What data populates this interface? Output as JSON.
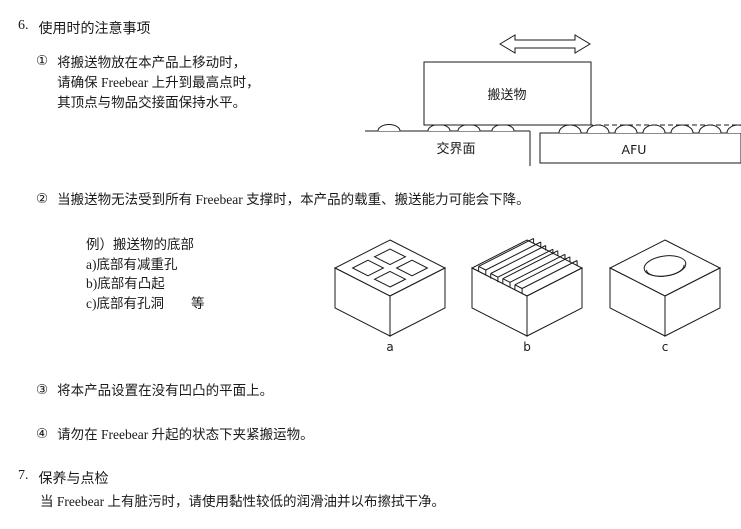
{
  "doc": {
    "sec6": {
      "num": "6.",
      "title": "使用时的注意事项"
    },
    "note1": {
      "marker": "①",
      "line1": "将搬送物放在本产品上移动时，",
      "line2": "请确保 Freebear 上升到最高点时，",
      "line3": "其顶点与物品交接面保持水平。"
    },
    "diagram": {
      "load": "搬送物",
      "interface": "交界面",
      "unit": "AFU"
    },
    "note2": {
      "marker": "②",
      "text": "当搬送物无法受到所有 Freebear 支撑时，本产品的载重、搬送能力可能会下降。"
    },
    "example": {
      "title": "例）搬送物的底部",
      "a": "a)底部有减重孔",
      "b": "b)底部有凸起",
      "c": "c)底部有孔洞　　等"
    },
    "figures": {
      "a": "a",
      "b": "b",
      "c": "c"
    },
    "note3": {
      "marker": "③",
      "text": "将本产品设置在没有凹凸的平面上。"
    },
    "note4": {
      "marker": "④",
      "text": "请勿在 Freebear 升起的状态下夹紧搬运物。"
    },
    "sec7": {
      "num": "7.",
      "title": "保养与点检",
      "body": "当 Freebear 上有脏污时，请使用黏性较低的润滑油并以布擦拭干净。"
    }
  }
}
